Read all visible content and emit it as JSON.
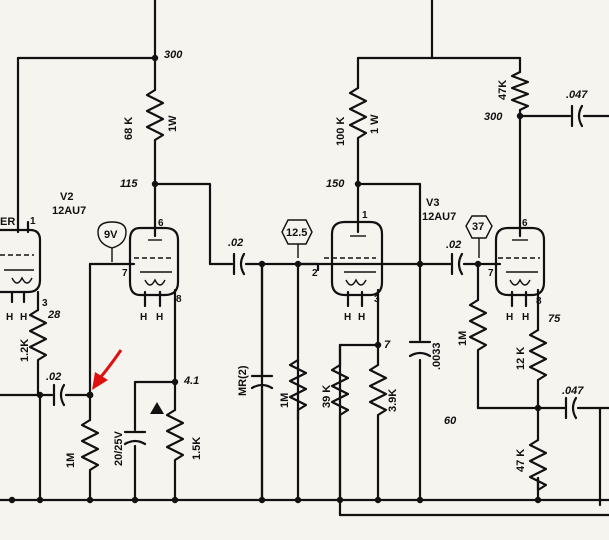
{
  "schematic": {
    "tubes": {
      "v2_name": "V2",
      "v2_type": "12AU7",
      "v3_name": "V3",
      "v3_type": "12AU7",
      "v1_partial": "ER"
    },
    "voltages": {
      "v300_left": "300",
      "v115": "115",
      "v150": "150",
      "v300_right": "300",
      "v4_1": "4.1",
      "v28": "28",
      "v75": "75",
      "v7": "7",
      "v60": "60"
    },
    "badges": {
      "b9v": "9V",
      "b12_5": "12.5",
      "b37": "37"
    },
    "resistors": {
      "r68k": "68 K",
      "r68k_w": "1W",
      "r100k": "100 K",
      "r100k_w": "1 W",
      "r47k_top": "47K",
      "r1_2k": "1.2K",
      "r1m_left": "1M",
      "r1_5k": "1.5K",
      "r1m_mid": "1M",
      "r39k": "39 K",
      "r3_9k": "3.9K",
      "r1m_right": "1M",
      "r12k": "12 K",
      "r47k_bottom": "47 K"
    },
    "capacitors": {
      "c02_left": ".02",
      "c02_mid": ".02",
      "c02_right": ".02",
      "c047_top": ".047",
      "c047_bottom": ".047",
      "c20_25v": "20/25V",
      "c0033": ".0033",
      "cmr2": "MR(2)"
    },
    "pins": {
      "v1_pin1": "1",
      "v1_pin3": "3",
      "v2_pin6": "6",
      "v2_pin7": "7",
      "v2_pin8": "8",
      "v2_h1": "H",
      "v2_h2": "H",
      "v3_pin1": "1",
      "v3_pin2": "2",
      "v3_pin3": "3",
      "v3_h1": "H",
      "v3_h2": "H",
      "v3r_pin6": "6",
      "v3r_pin7": "7",
      "v3r_pin8": "8",
      "v3r_h1": "H",
      "v3r_h2": "H",
      "v1_h1": "H",
      "v1_h2": "H"
    },
    "colors": {
      "ink": "#111111",
      "paper": "#f6f4ef",
      "annotation_arrow": "#e01010"
    },
    "icons": [
      "resistor-symbol",
      "capacitor-symbol",
      "electrolytic-capacitor-symbol",
      "triode-tube-symbol",
      "red-annotation-arrow"
    ]
  }
}
